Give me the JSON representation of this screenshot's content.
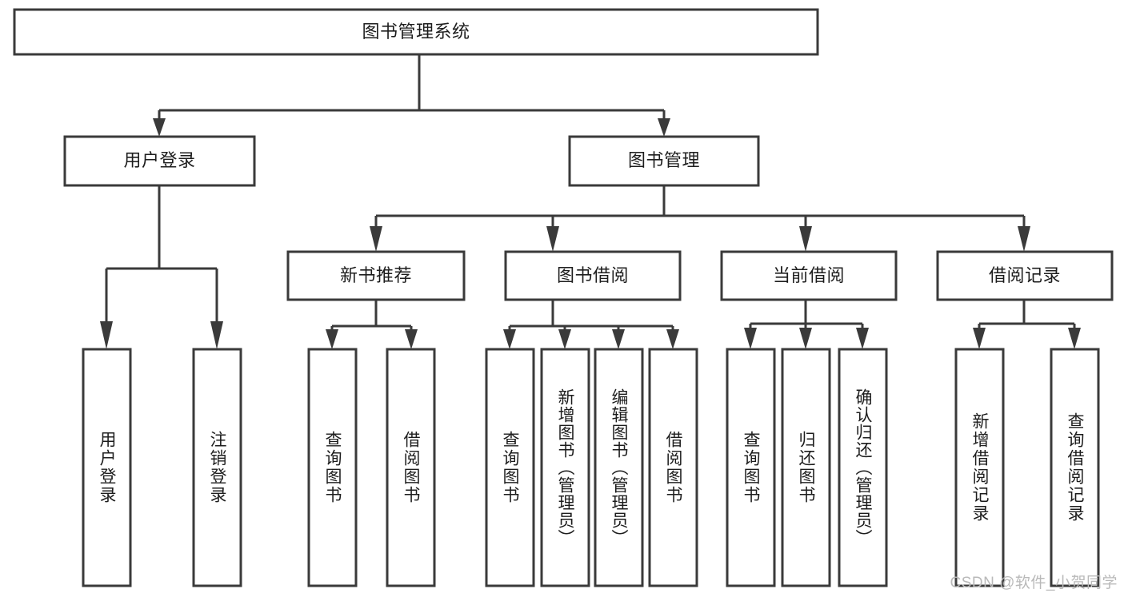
{
  "diagram": {
    "type": "tree",
    "title": "图书管理系统",
    "watermark": "CSDN @软件_小贺同学",
    "colors": {
      "stroke": "#3a3a3a",
      "fill": "#ffffff",
      "text": "#1d1d1d",
      "watermark": "#b9b9b9"
    },
    "nodes": {
      "root": {
        "label": "图书管理系统"
      },
      "level2": [
        {
          "id": "user-login",
          "label": "用户登录"
        },
        {
          "id": "book-management",
          "label": "图书管理"
        }
      ],
      "level3": [
        {
          "id": "new-book-recommend",
          "label": "新书推荐"
        },
        {
          "id": "book-borrow",
          "label": "图书借阅"
        },
        {
          "id": "current-borrow",
          "label": "当前借阅"
        },
        {
          "id": "borrow-record",
          "label": "借阅记录"
        }
      ],
      "leaves": {
        "user-login": [
          {
            "id": "leaf-user-login",
            "label": "用户登录"
          },
          {
            "id": "leaf-user-logout",
            "label": "注销登录"
          }
        ],
        "new-book-recommend": [
          {
            "id": "leaf-query-book-1",
            "label": "查询图书"
          },
          {
            "id": "leaf-borrow-book-1",
            "label": "借阅图书"
          }
        ],
        "book-borrow": [
          {
            "id": "leaf-query-book-2",
            "label": "查询图书"
          },
          {
            "id": "leaf-add-book",
            "label": "新增图书（管理员）"
          },
          {
            "id": "leaf-edit-book",
            "label": "编辑图书（管理员）"
          },
          {
            "id": "leaf-borrow-book-2",
            "label": "借阅图书"
          }
        ],
        "current-borrow": [
          {
            "id": "leaf-query-book-3",
            "label": "查询图书"
          },
          {
            "id": "leaf-return-book",
            "label": "归还图书"
          },
          {
            "id": "leaf-confirm-return",
            "label": "确认归还（管理员）"
          }
        ],
        "borrow-record": [
          {
            "id": "leaf-add-record",
            "label": "新增借阅记录"
          },
          {
            "id": "leaf-query-record",
            "label": "查询借阅记录"
          }
        ]
      }
    }
  }
}
